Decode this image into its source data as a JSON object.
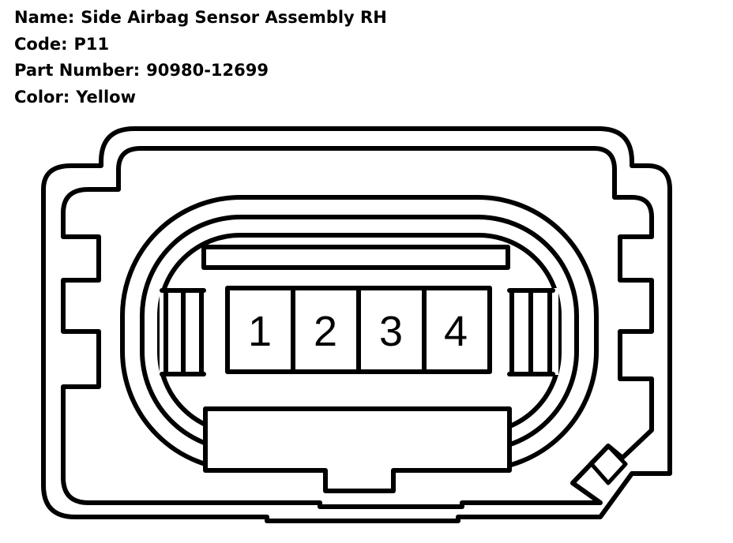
{
  "info": {
    "name_key": "Name:",
    "name_value": "Side Airbag Sensor Assembly RH",
    "code_key": "Code:",
    "code_value": "P11",
    "part_key": "Part Number:",
    "part_value": "90980-12699",
    "color_key": "Color:",
    "color_value": "Yellow"
  },
  "connector": {
    "pins": [
      {
        "label": "1"
      },
      {
        "label": "2"
      },
      {
        "label": "3"
      },
      {
        "label": "4"
      }
    ]
  }
}
